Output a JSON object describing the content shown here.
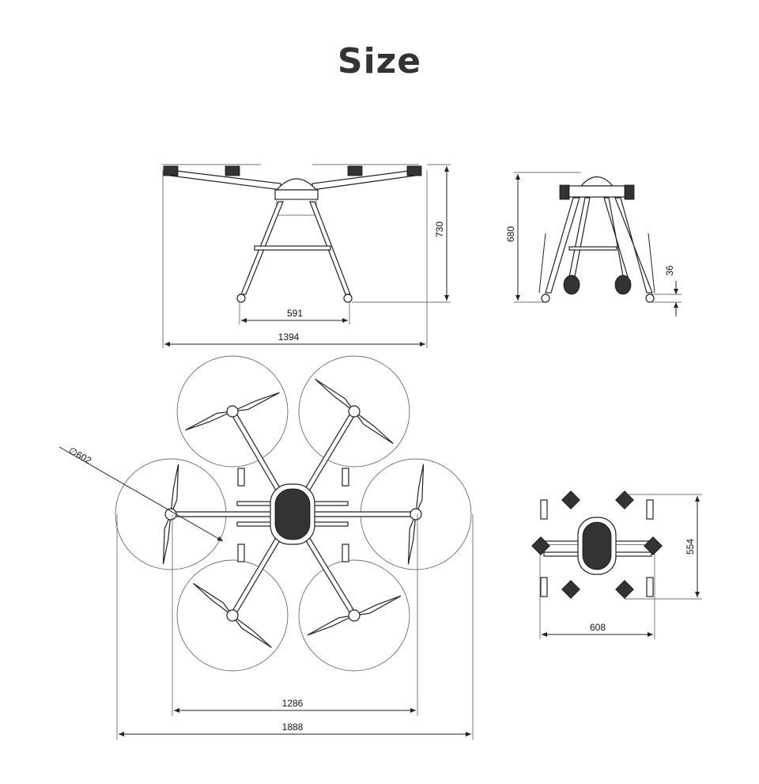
{
  "title": "Size",
  "front_view": {
    "height": "730",
    "leg_span": "591",
    "width": "1394"
  },
  "side_view": {
    "height": "680",
    "ground_clearance": "36"
  },
  "top_view": {
    "prop_diameter": "∅602",
    "motor_span": "1286",
    "overall_span": "1888"
  },
  "folded_view": {
    "length": "554",
    "width": "608"
  }
}
